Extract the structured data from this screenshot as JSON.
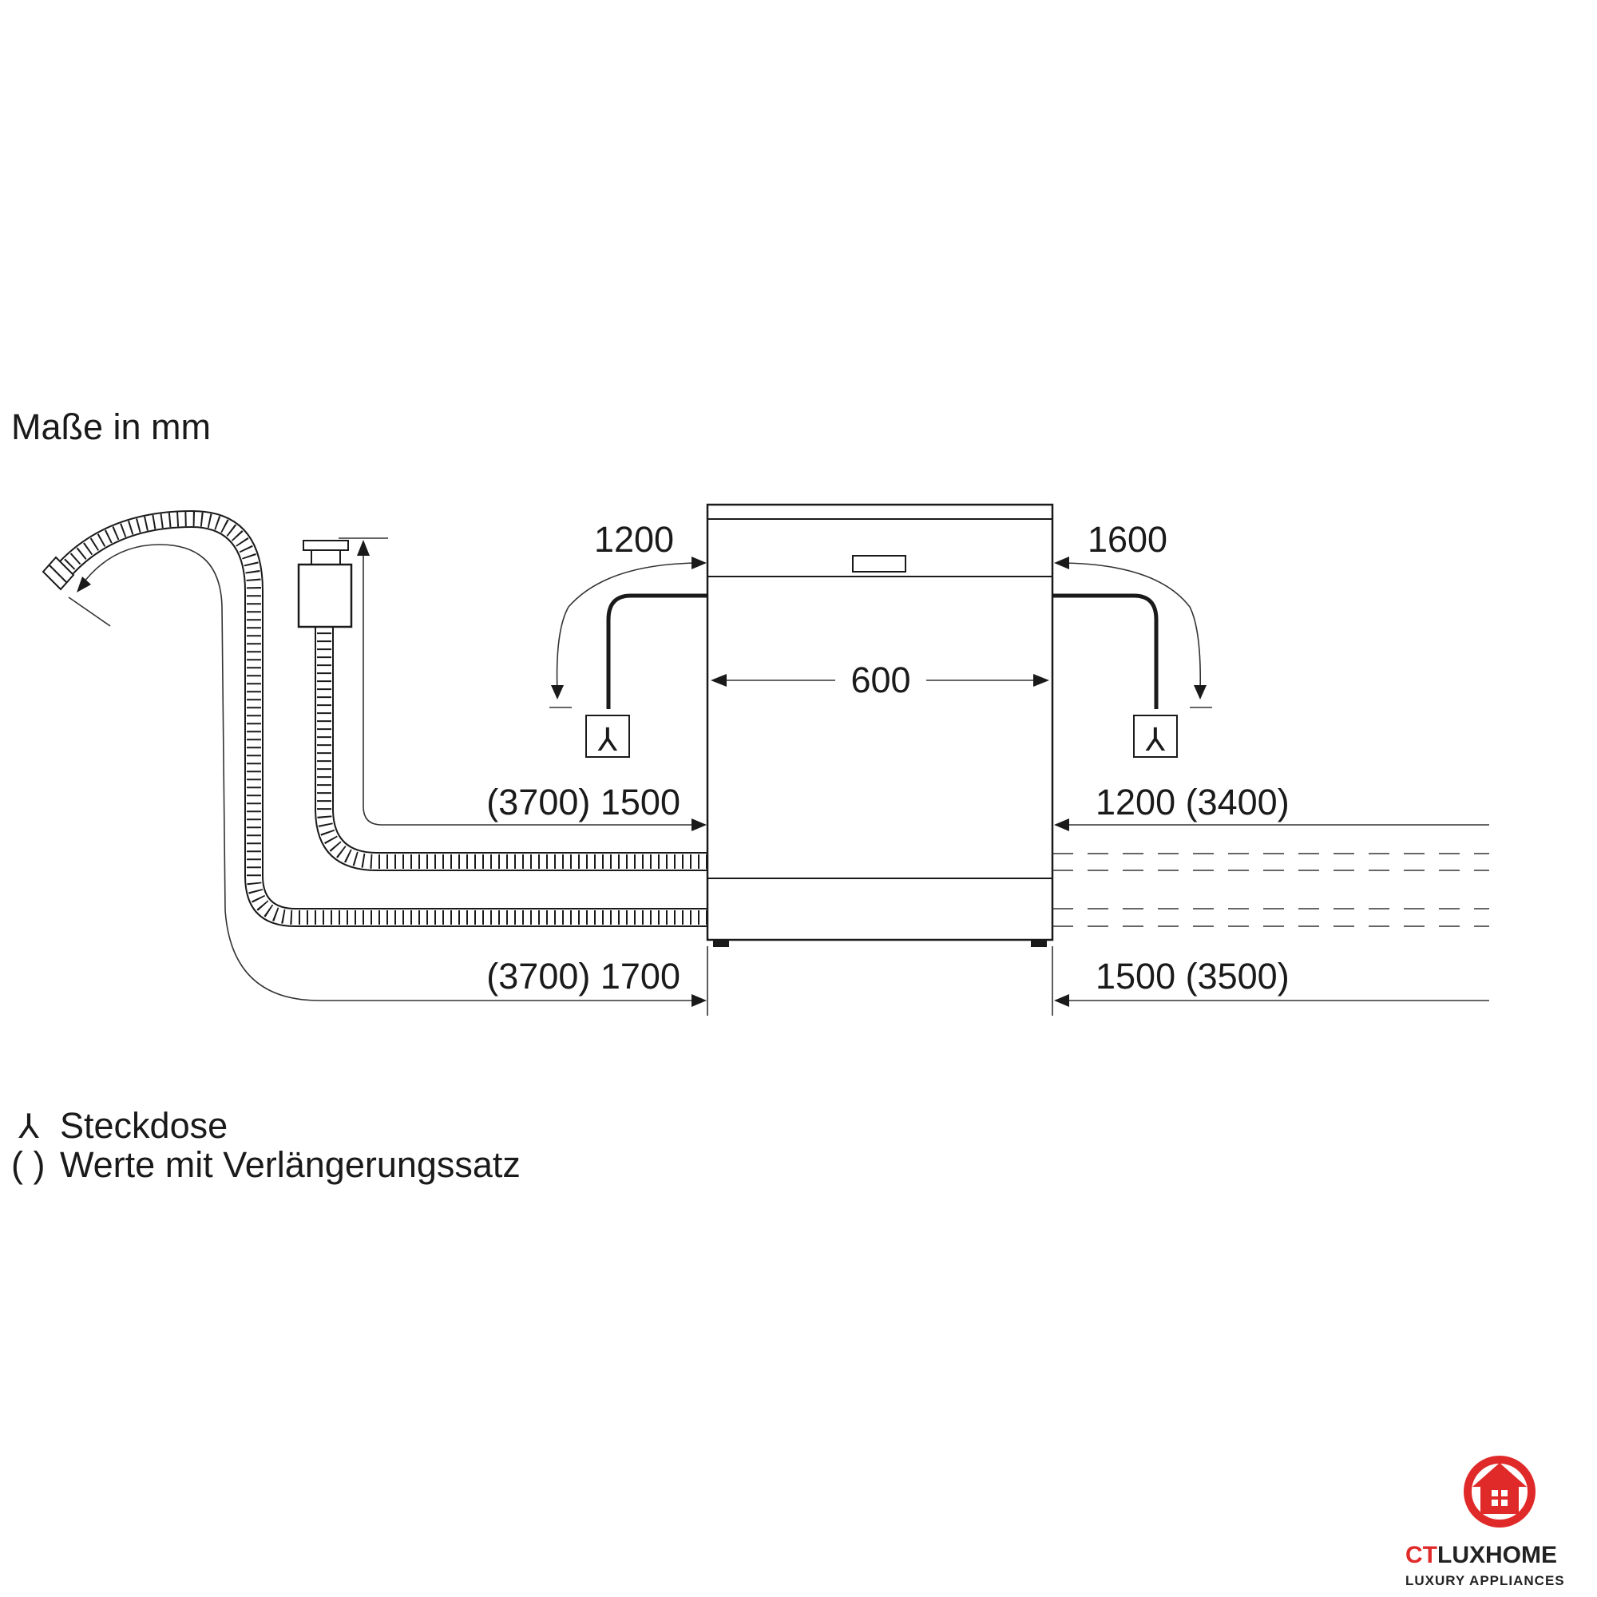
{
  "units_label": "Maße in mm",
  "dimensions": {
    "width": "600",
    "left_top": "1200",
    "right_top": "1600",
    "left_mid": "(3700) 1500",
    "right_mid": "1200 (3400)",
    "left_bottom": "(3700) 1700",
    "right_bottom": "1500 (3500)"
  },
  "legend": {
    "socket_symbol": "⅄",
    "socket_label": "Steckdose",
    "paren_symbol": "( )",
    "paren_label": "Werte mit Verlängerungssatz"
  },
  "logo": {
    "brand_ct": "CT",
    "brand_rest": "LUXHOME",
    "tagline": "LUXURY APPLIANCES",
    "color": "#e02a2a"
  }
}
